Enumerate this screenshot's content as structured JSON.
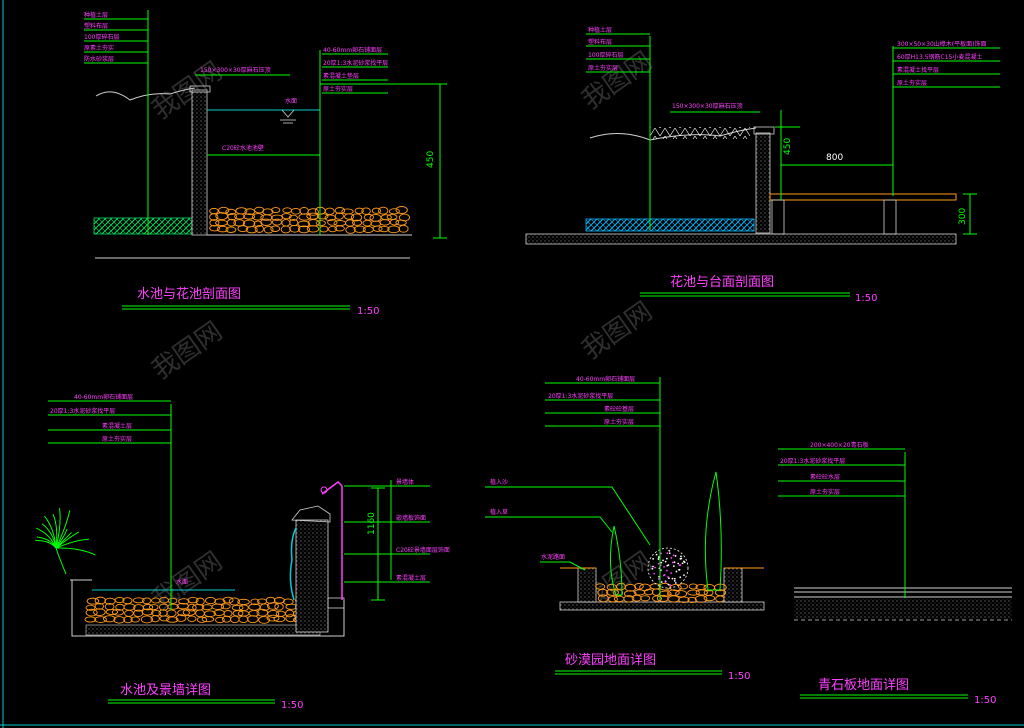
{
  "colors": {
    "background": "#000000",
    "leader": "#00ff00",
    "text": "#ff40ff",
    "pond": "#ff9a1a",
    "water": "#00d0d0",
    "structure": "#d0d0d0",
    "watermark": "#6a6a6a",
    "frame": "#00c8c8",
    "dimension_text": "#00ff00",
    "plant": "#00ff00",
    "ball": "#ffffff",
    "brown": "#c06a1a"
  },
  "watermark": {
    "text": "我图网"
  },
  "sections": {
    "pool_planter_section": {
      "title": "水池与花池剖面图",
      "scale": "1:50",
      "layer_labels": [
        "种植土层",
        "塑料布层",
        "100厚碎石层",
        "原素土夯实",
        "防水砂浆层"
      ],
      "layer_labels_right": [
        "40-60mm卵石铺面层",
        "20厚1:3水泥砂浆找平层",
        "素混凝土垫层",
        "原土夯实层"
      ],
      "coping_label": "150×300×30厚麻石压顶",
      "water_label": "水面",
      "wall_label": "C20砼水池池壁",
      "dim_height": "450"
    },
    "planter_bench_section": {
      "title": "花池与台面剖面图",
      "scale": "1:50",
      "layer_labels_left": [
        "种植土层",
        "塑料布层",
        "100厚碎石层",
        "原土夯实层"
      ],
      "layer_labels_right": [
        "300×50×30山樟木(平板面)饰面",
        "60厚H13.5钢筋C15小麦混凝土",
        "素混凝土找平层",
        "原土夯实层"
      ],
      "coping_label": "150×300×30厚麻石压顶",
      "dim_width": "800",
      "dim_height_planter": "450",
      "dim_height_bench": "300"
    },
    "pool_feature_wall": {
      "title": "水池及景墙详图",
      "scale": "1:50",
      "layer_labels": [
        "40-60mm卵石铺面层",
        "20厚1:3水泥砂浆找平层",
        "素混凝土层",
        "原土夯实层"
      ],
      "right_labels": [
        "景墙体",
        "嵌墙板饰面",
        "C20砼景墙面层饰面",
        "素混凝土层"
      ],
      "water_label": "水面",
      "dim_height": "1160"
    },
    "sand_garden_floor": {
      "title": "砂漠园地面详图",
      "scale": "1:50",
      "layer_labels": [
        "40-60mm卵石铺面层",
        "20厚1:3水泥砂浆找平层",
        "素砼砼基层",
        "原土夯实层"
      ],
      "left_labels": [
        "植入沙",
        "植入草",
        "水泥路面"
      ]
    },
    "bluestone_floor": {
      "title": "青石板地面详图",
      "scale": "1:50",
      "layer_labels": [
        "200×400×20青石板",
        "20厚1:3水泥砂浆找平层",
        "素砼砼水层",
        "原土夯实层"
      ]
    }
  }
}
